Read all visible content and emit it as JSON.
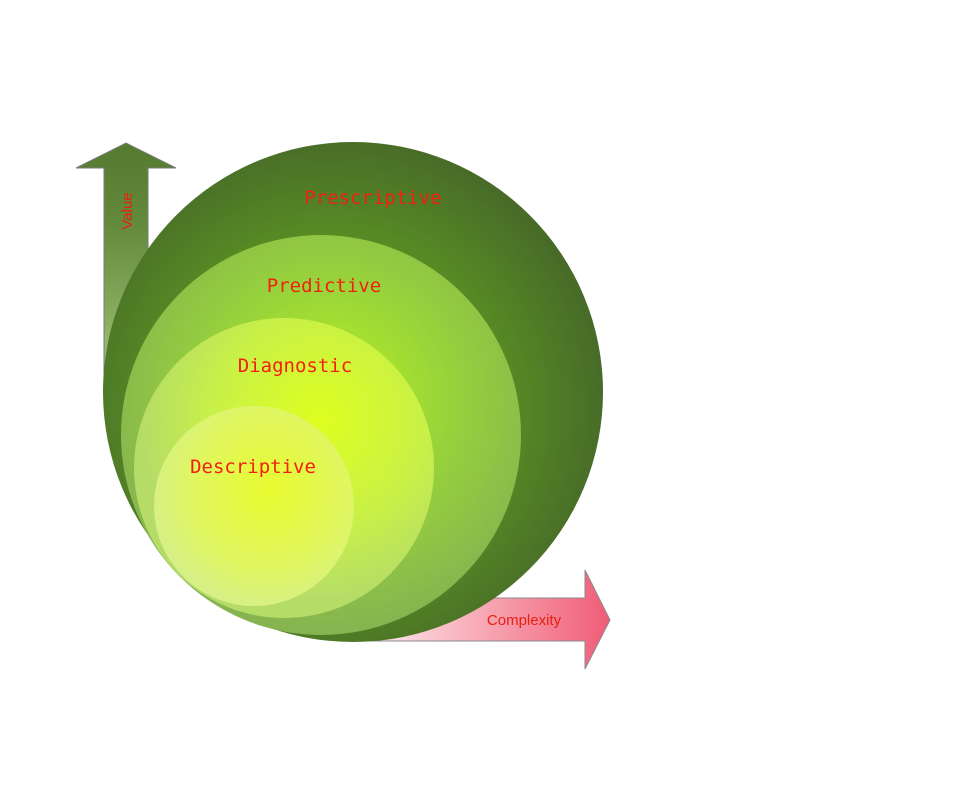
{
  "axes": {
    "y_label": "Value",
    "x_label": "Complexity"
  },
  "levels": [
    {
      "label": "Prescriptive"
    },
    {
      "label": "Predictive"
    },
    {
      "label": "Diagnostic"
    },
    {
      "label": "Descriptive"
    }
  ],
  "colors": {
    "label": "#f2200f",
    "value_arrow": "#557a30",
    "complexity_arrow": "#f2607a",
    "outer": "#4d7028",
    "center": "#dfff10"
  }
}
